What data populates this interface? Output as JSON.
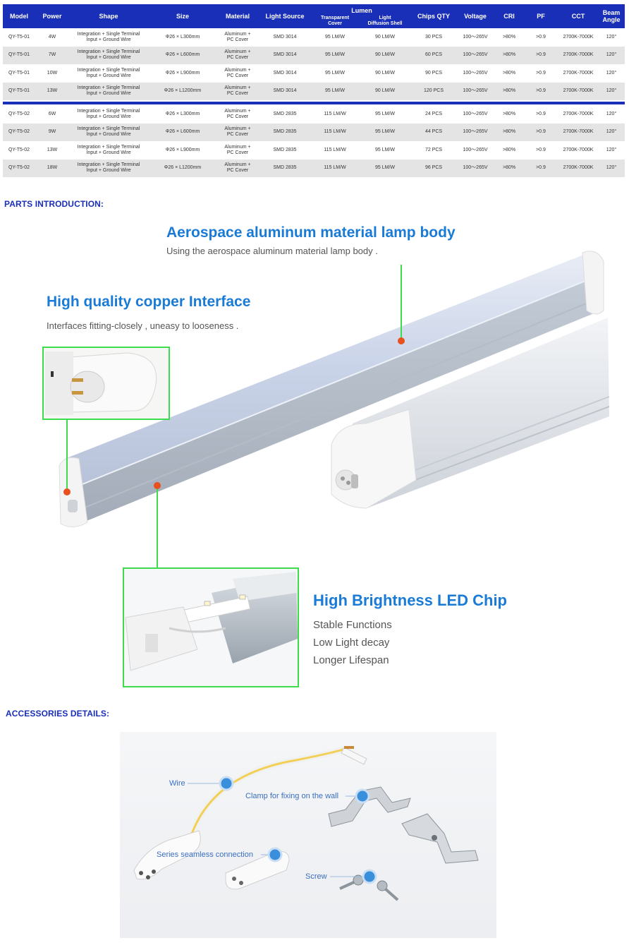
{
  "table": {
    "headers": {
      "model": "Model",
      "power": "Power",
      "shape": "Shape",
      "size": "Size",
      "material": "Material",
      "light_source": "Light Source",
      "lumen": "Lumen",
      "lumen_transparent_1": "Transparent",
      "lumen_transparent_2": "Cover",
      "lumen_diffusion_1": "Light",
      "lumen_diffusion_2": "Diffusion Shell",
      "chips_qty": "Chips QTY",
      "voltage": "Voltage",
      "cri": "CRI",
      "pf": "PF",
      "cct": "CCT",
      "beam_angle": "Beam Angle"
    },
    "group1": [
      {
        "model": "QY-T5-01",
        "power": "4W",
        "shape1": "Integration + Single Terminal",
        "shape2": "Input + Ground Wire",
        "size": "Φ26 × L300mm",
        "mat1": "Aluminum +",
        "mat2": "PC Cover",
        "source": "SMD 3014",
        "lm_t": "95 LM/W",
        "lm_d": "90 LM/W",
        "chips": "30 PCS",
        "voltage": "100～265V",
        "cri": ">80%",
        "pf": ">0.9",
        "cct": "2700K-7000K",
        "beam": "120°"
      },
      {
        "model": "QY-T5-01",
        "power": "7W",
        "shape1": "Integration + Single Terminal",
        "shape2": "Input + Ground Wire",
        "size": "Φ26 × L600mm",
        "mat1": "Aluminum +",
        "mat2": "PC Cover",
        "source": "SMD 3014",
        "lm_t": "95 LM/W",
        "lm_d": "90 LM/W",
        "chips": "60 PCS",
        "voltage": "100～265V",
        "cri": ">80%",
        "pf": ">0.9",
        "cct": "2700K-7000K",
        "beam": "120°"
      },
      {
        "model": "QY-T5-01",
        "power": "10W",
        "shape1": "Integration + Single Terminal",
        "shape2": "Input + Ground Wire",
        "size": "Φ26 × L900mm",
        "mat1": "Aluminum +",
        "mat2": "PC Cover",
        "source": "SMD 3014",
        "lm_t": "95 LM/W",
        "lm_d": "90 LM/W",
        "chips": "90 PCS",
        "voltage": "100～265V",
        "cri": ">80%",
        "pf": ">0.9",
        "cct": "2700K-7000K",
        "beam": "120°"
      },
      {
        "model": "QY-T5-01",
        "power": "13W",
        "shape1": "Integration + Single Terminal",
        "shape2": "Input + Ground Wire",
        "size": "Φ26 × L1200mm",
        "mat1": "Aluminum +",
        "mat2": "PC Cover",
        "source": "SMD 3014",
        "lm_t": "95 LM/W",
        "lm_d": "90 LM/W",
        "chips": "120 PCS",
        "voltage": "100～265V",
        "cri": ">80%",
        "pf": ">0.9",
        "cct": "2700K-7000K",
        "beam": "120°"
      }
    ],
    "group2": [
      {
        "model": "QY-T5-02",
        "power": "6W",
        "shape1": "Integration + Single Terminal",
        "shape2": "Input + Ground Wire",
        "size": "Φ26 × L300mm",
        "mat1": "Aluminum +",
        "mat2": "PC Cover",
        "source": "SMD 2835",
        "lm_t": "115 LM/W",
        "lm_d": "95 LM/W",
        "chips": "24 PCS",
        "voltage": "100～265V",
        "cri": ">80%",
        "pf": ">0.9",
        "cct": "2700K-7000K",
        "beam": "120°"
      },
      {
        "model": "QY-T5-02",
        "power": "9W",
        "shape1": "Integration + Single Terminal",
        "shape2": "Input + Ground Wire",
        "size": "Φ26 × L600mm",
        "mat1": "Aluminum +",
        "mat2": "PC Cover",
        "source": "SMD 2835",
        "lm_t": "115 LM/W",
        "lm_d": "95 LM/W",
        "chips": "44 PCS",
        "voltage": "100～265V",
        "cri": ">80%",
        "pf": ">0.9",
        "cct": "2700K-7000K",
        "beam": "120°"
      },
      {
        "model": "QY-T5-02",
        "power": "13W",
        "shape1": "Integration + Single Terminal",
        "shape2": "Input + Ground Wire",
        "size": "Φ26 × L900mm",
        "mat1": "Aluminum +",
        "mat2": "PC Cover",
        "source": "SMD 2835",
        "lm_t": "115 LM/W",
        "lm_d": "95 LM/W",
        "chips": "72 PCS",
        "voltage": "100～265V",
        "cri": ">80%",
        "pf": ">0.9",
        "cct": "2700K-7000K",
        "beam": "120°"
      },
      {
        "model": "QY-T5-02",
        "power": "18W",
        "shape1": "Integration + Single Terminal",
        "shape2": "Input + Ground Wire",
        "size": "Φ26 × L1200mm",
        "mat1": "Aluminum +",
        "mat2": "PC Cover",
        "source": "SMD 2835",
        "lm_t": "115 LM/W",
        "lm_d": "95 LM/W",
        "chips": "96 PCS",
        "voltage": "100～265V",
        "cri": ">80%",
        "pf": ">0.9",
        "cct": "2700K-7000K",
        "beam": "120°"
      }
    ]
  },
  "parts": {
    "section_title": "PARTS INTRODUCTION:",
    "aluminum_title": "Aerospace aluminum material lamp body",
    "aluminum_sub": "Using the aerospace aluminum material lamp body .",
    "copper_title": "High quality copper Interface",
    "copper_sub": "Interfaces fitting-closely , uneasy to looseness .",
    "led_title": "High Brightness LED Chip",
    "led_points": [
      "Stable Functions",
      "Low Light decay",
      "Longer Lifespan"
    ]
  },
  "accessories": {
    "section_title": "ACCESSORIES DETAILS:",
    "wire": "Wire",
    "clamp": "Clamp for fixing on the wall",
    "series": "Series seamless connection",
    "screw": "Screw"
  },
  "colors": {
    "table_header": "#1a2fb8",
    "callout_green": "#3ddc4a",
    "callout_dot": "#e8501e",
    "heading_blue": "#1a7bd6",
    "accessory_dot": "#3a8fdd"
  }
}
